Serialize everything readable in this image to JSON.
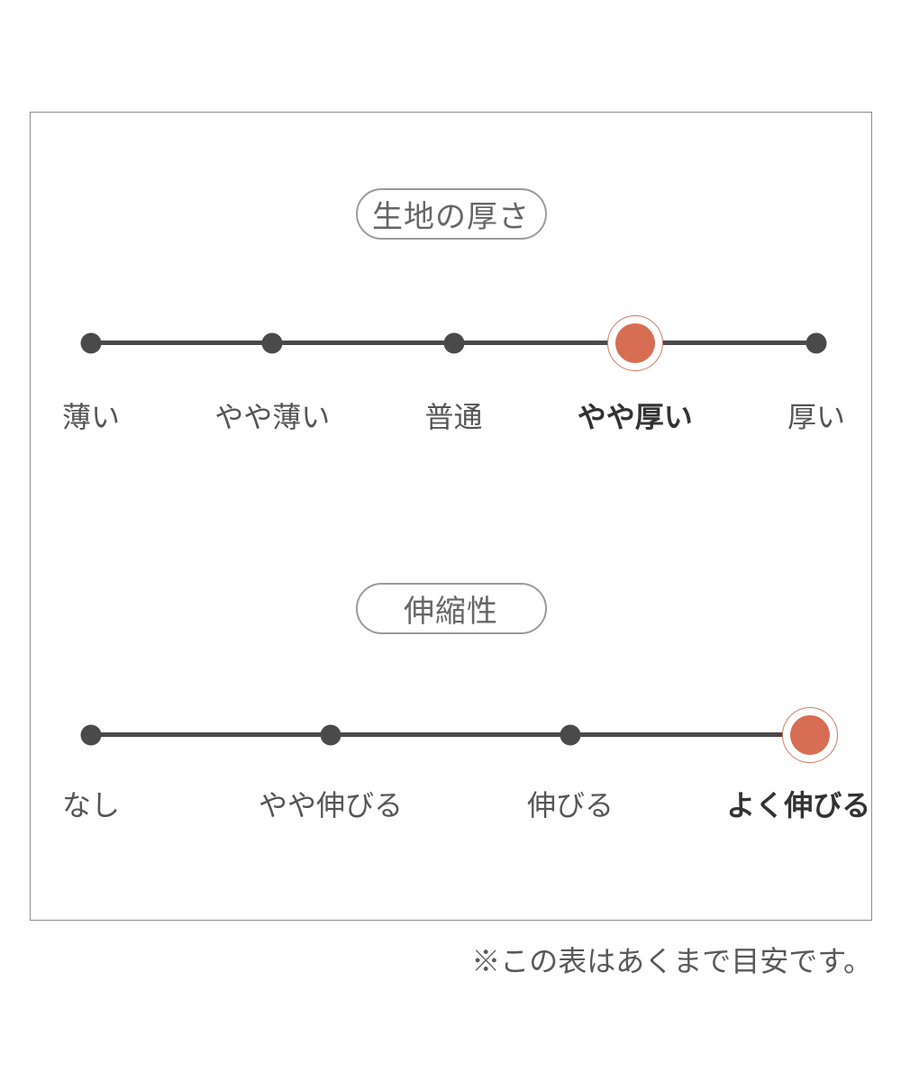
{
  "colors": {
    "accent": "#d76e54",
    "accent_ring": "#cf7b63",
    "line": "#4a4a4a",
    "label": "#555555",
    "label_selected": "#333333",
    "title": "#666666",
    "pill_border": "#9b9b9b",
    "box_border": "#8c8c8c"
  },
  "sections": [
    {
      "title": "生地の厚さ",
      "selected_value": "やや厚い",
      "options": [
        {
          "label": "薄い",
          "selected": false
        },
        {
          "label": "やや薄い",
          "selected": false
        },
        {
          "label": "普通",
          "selected": false
        },
        {
          "label": "やや厚い",
          "selected": true
        },
        {
          "label": "厚い",
          "selected": false
        }
      ]
    },
    {
      "title": "伸縮性",
      "selected_value": "よく伸びる",
      "options": [
        {
          "label": "なし",
          "selected": false
        },
        {
          "label": "やや伸びる",
          "selected": false
        },
        {
          "label": "伸びる",
          "selected": false
        },
        {
          "label": "よく伸びる",
          "selected": true
        }
      ]
    }
  ],
  "footnote": "※この表はあくまで目安です。"
}
